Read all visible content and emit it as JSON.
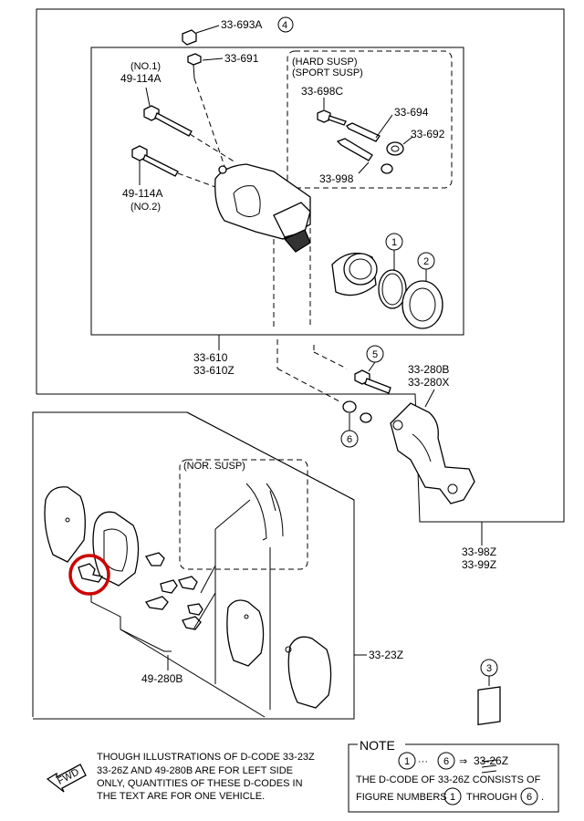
{
  "labels": {
    "p33_693A": "33-693A",
    "p33_693A_num": "4",
    "p33_691": "33-691",
    "no1": "(NO.1)",
    "p49_114A_top": "49-114A",
    "p49_114A_bot": "49-114A",
    "no2": "(NO.2)",
    "hard_susp": "(HARD SUSP)",
    "sport_susp": "(SPORT SUSP)",
    "p33_698C": "33-698C",
    "p33_694": "33-694",
    "p33_692": "33-692",
    "p33_998": "33-998",
    "circ1": "1",
    "circ2": "2",
    "p33_610": "33-610",
    "p33_610Z": "33-610Z",
    "circ5": "5",
    "circ6": "6",
    "p33_280B": "33-280B",
    "p33_280X": "33-280X",
    "nor_susp": "(NOR. SUSP)",
    "p33_98Z": "33-98Z",
    "p33_99Z": "33-99Z",
    "p33_23Z": "33-23Z",
    "p49_280B": "49-280B",
    "circ3": "3"
  },
  "fwd_label": "FWD",
  "footnote": {
    "line1": "THOUGH ILLUSTRATIONS OF D-CODE 33-23Z",
    "line2": "33-26Z    AND 49-280B ARE FOR LEFT SIDE",
    "line3": "ONLY, QUANTITIES OF THESE D-CODES IN",
    "line4": "THE TEXT ARE FOR ONE VEHICLE."
  },
  "note": {
    "title": "NOTE",
    "range_start": "1",
    "range_dots": "···",
    "range_end": "6",
    "arrow": "⇒",
    "range_code": "33-26Z",
    "line2": "THE D-CODE OF   33-26Z   CONSISTS OF",
    "line3_a": "FIGURE NUMBERS",
    "line3_num1": "1",
    "line3_b": "THROUGH",
    "line3_num2": "6",
    "line3_end": "."
  },
  "colors": {
    "ink": "#000000",
    "highlight": "#cc0000",
    "background": "#ffffff"
  }
}
